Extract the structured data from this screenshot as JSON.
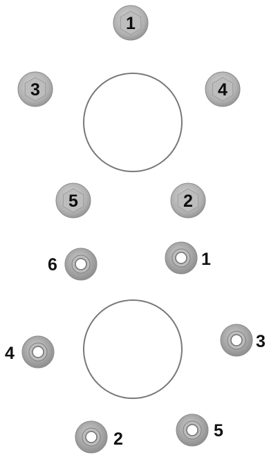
{
  "top_pattern": {
    "bolts": [
      {
        "label": "1"
      },
      {
        "label": "3"
      },
      {
        "label": "4"
      },
      {
        "label": "5"
      },
      {
        "label": "2"
      }
    ]
  },
  "bottom_pattern": {
    "nuts": [
      {
        "label": "6"
      },
      {
        "label": "1"
      },
      {
        "label": "4"
      },
      {
        "label": "3"
      },
      {
        "label": "2"
      },
      {
        "label": "5"
      }
    ]
  },
  "colors": {
    "hub_stroke": "#777777",
    "bolt_fill": "#b3b3b3",
    "bolt_edge": "#8a8a8a",
    "nut_ring": "#a8a8a8",
    "label": "#111111"
  },
  "icons": {
    "bolt": "hex-bolt-icon",
    "nut": "washer-nut-icon",
    "hub": "hub-circle"
  }
}
